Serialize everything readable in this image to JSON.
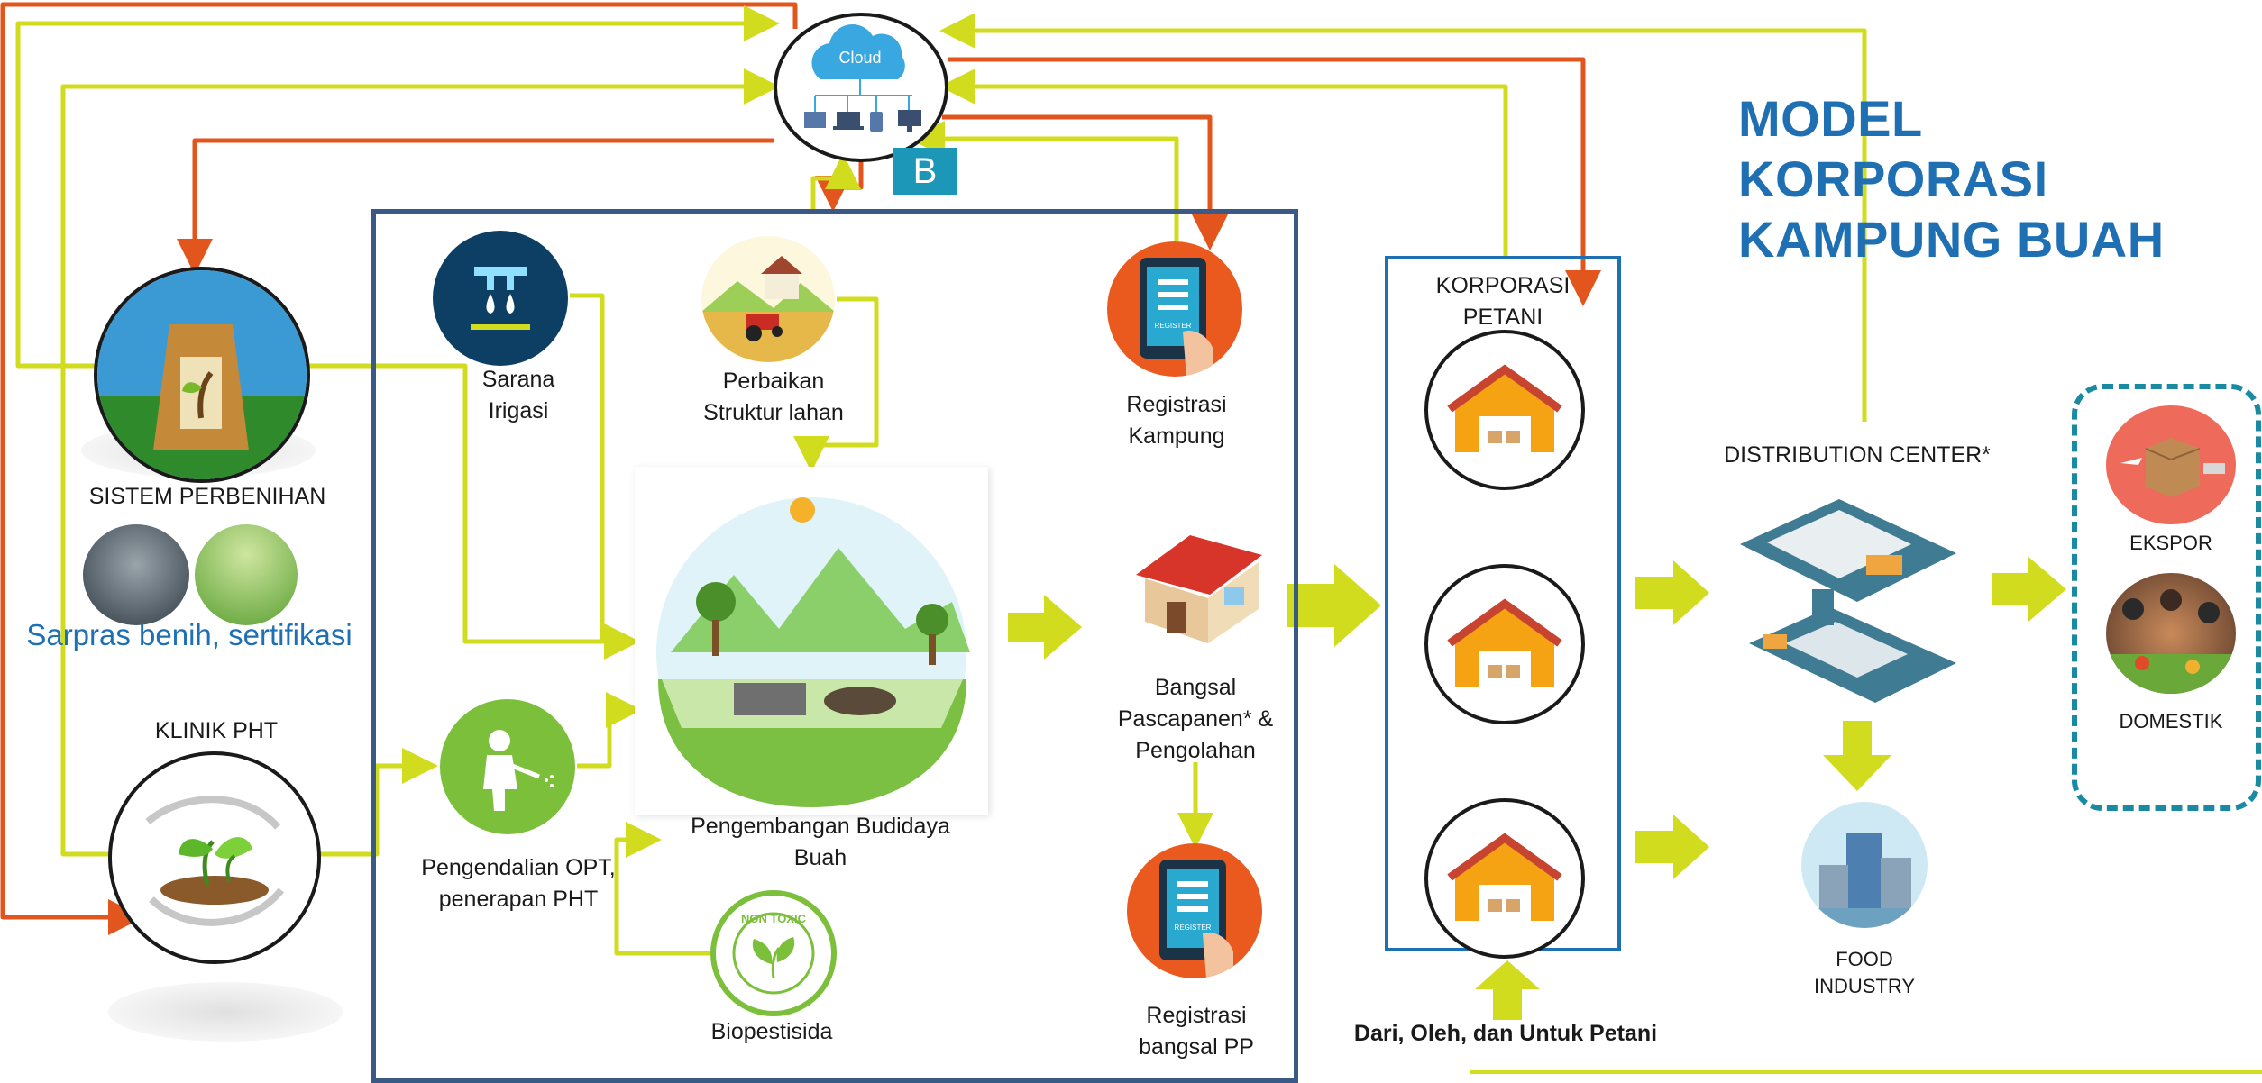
{
  "title_line1": "MODEL KORPORASI",
  "title_line2": "KAMPUNG BUAH",
  "cloud_label": "Cloud",
  "badge": "B",
  "left": {
    "sistem_perbenihan": "SISTEM PERBENIHAN",
    "sarpras": "Sarpras benih, sertifikasi",
    "klinik_pht": "KLINIK PHT"
  },
  "inner": {
    "sarana_irigasi": [
      "Sarana",
      "Irigasi"
    ],
    "perbaikan": [
      "Perbaikan",
      "Struktur lahan"
    ],
    "registrasi_kampung": [
      "Registrasi",
      "Kampung"
    ],
    "register_tag": "REGISTER",
    "pengembangan": [
      "Pengembangan Budidaya",
      "Buah"
    ],
    "pengendalian": [
      "Pengendalian OPT,",
      "penerapan PHT"
    ],
    "biopestisida": "Biopestisida",
    "non_toxic": "NON TOXIC",
    "bangsal": [
      "Bangsal",
      "Pascapanen* &",
      "Pengolahan"
    ],
    "registrasi_bangsal": [
      "Registrasi",
      "bangsal PP"
    ]
  },
  "korporasi": [
    "KORPORASI",
    "PETANI"
  ],
  "dari": "Dari, Oleh, dan Untuk Petani",
  "distribution": "DISTRIBUTION CENTER*",
  "food_industry": [
    "FOOD",
    "INDUSTRY"
  ],
  "ekspor": "EKSPOR",
  "domestik": "DOMESTIK",
  "colors": {
    "lime": "#d2dc1e",
    "orange": "#e2561e",
    "blue": "#1f6fb3",
    "teal": "#1a8aa3",
    "frame": "#3a5a85"
  }
}
